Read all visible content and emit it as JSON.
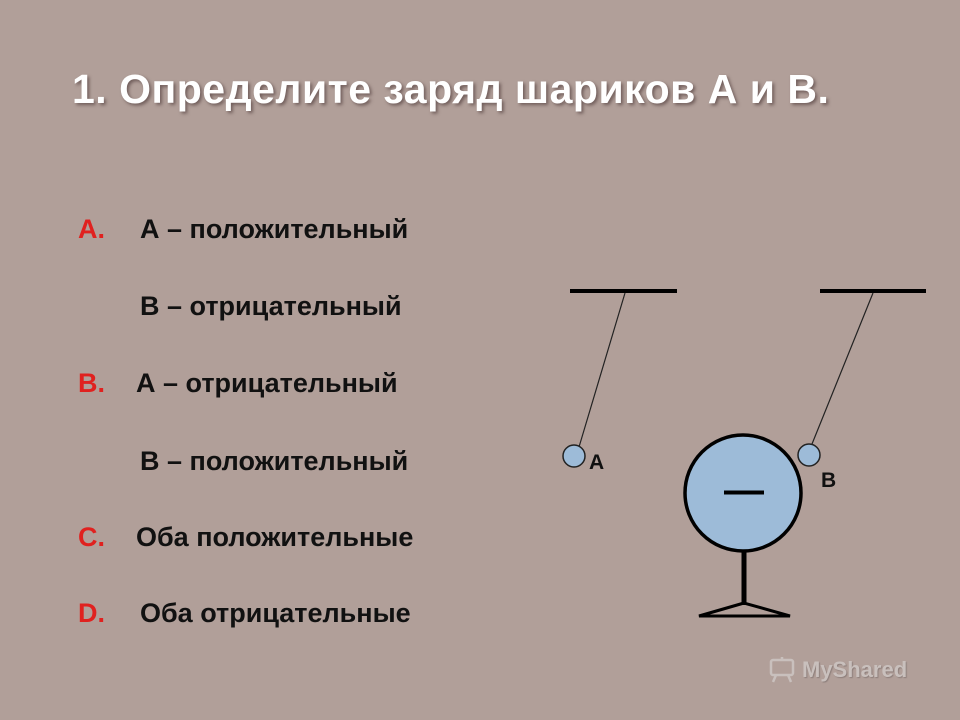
{
  "title": "1.  Определите заряд шариков А  и  В.",
  "options": [
    {
      "letter": "A.",
      "line1": "А – положительный",
      "line2": "В – отрицательный"
    },
    {
      "letter": "B.",
      "line1": "А – отрицательный",
      "line2": "В – положительный"
    },
    {
      "letter": "C.",
      "line1": "Оба положительные"
    },
    {
      "letter": "D.",
      "line1": "Оба отрицательные"
    }
  ],
  "diagram": {
    "ball_a_label": "А",
    "ball_b_label": "В",
    "electroscope_sign": "—",
    "ball_color": "#9dbbd8"
  },
  "watermark": "MyShared",
  "colors": {
    "background": "#b19f99",
    "accent": "#e0211f",
    "title": "#ffffff"
  }
}
